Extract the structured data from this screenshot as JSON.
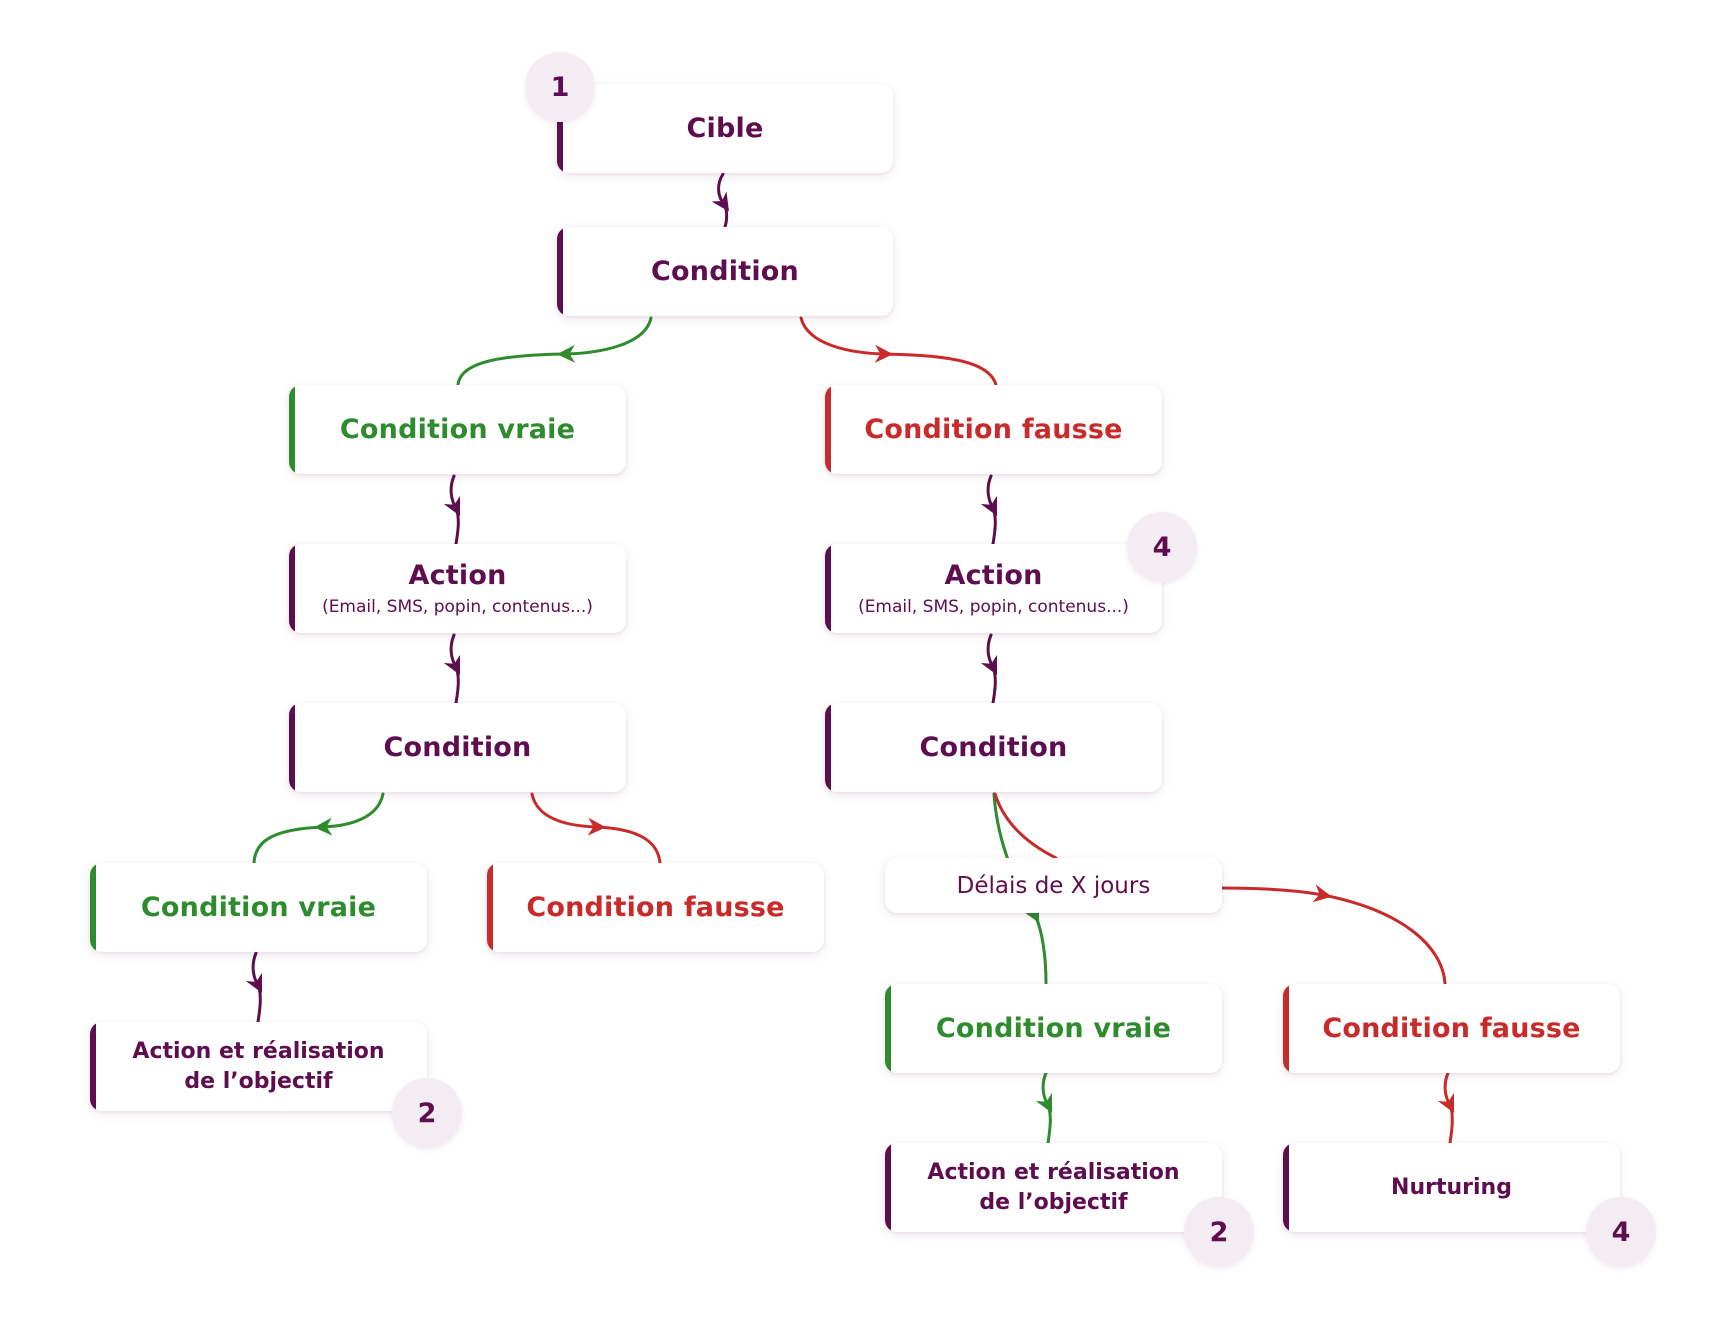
{
  "colors": {
    "purple": "#5e0d4f",
    "green": "#2e8b2e",
    "red": "#c92a2a",
    "badge_bg": "#f3ecf3"
  },
  "nodes": {
    "cible": {
      "title": "Cible",
      "type": "neutral"
    },
    "condition_root": {
      "title": "Condition",
      "type": "neutral"
    },
    "left_true": {
      "title": "Condition vraie",
      "type": "true"
    },
    "right_false": {
      "title": "Condition fausse",
      "type": "false"
    },
    "left_action": {
      "title": "Action",
      "subtitle": "(Email, SMS, popin, contenus...)",
      "type": "neutral"
    },
    "right_action": {
      "title": "Action",
      "subtitle": "(Email, SMS, popin, contenus...)",
      "type": "neutral"
    },
    "left_condition": {
      "title": "Condition",
      "type": "neutral"
    },
    "right_condition": {
      "title": "Condition",
      "type": "neutral"
    },
    "left_left_true": {
      "title": "Condition vraie",
      "type": "true"
    },
    "left_right_false": {
      "title": "Condition fausse",
      "type": "false"
    },
    "delay": {
      "title": "Délais de X jours",
      "type": "plain"
    },
    "right_left_true": {
      "title": "Condition vraie",
      "type": "true"
    },
    "right_right_false": {
      "title": "Condition fausse",
      "type": "false"
    },
    "left_goal": {
      "line1": "Action et réalisation",
      "line2": "de l’objectif",
      "type": "neutral"
    },
    "right_goal": {
      "line1": "Action et réalisation",
      "line2": "de l’objectif",
      "type": "neutral"
    },
    "nurturing": {
      "title": "Nurturing",
      "type": "neutral"
    }
  },
  "badges": {
    "cible": "1",
    "right_action": "4",
    "left_goal": "2",
    "right_goal": "2",
    "nurturing": "4"
  },
  "links": [
    {
      "from": "cible",
      "to": "condition_root",
      "kind": "neutral"
    },
    {
      "from": "condition_root",
      "to": "left_true",
      "kind": "true"
    },
    {
      "from": "condition_root",
      "to": "right_false",
      "kind": "false"
    },
    {
      "from": "left_true",
      "to": "left_action",
      "kind": "neutral"
    },
    {
      "from": "right_false",
      "to": "right_action",
      "kind": "neutral"
    },
    {
      "from": "left_action",
      "to": "left_condition",
      "kind": "neutral"
    },
    {
      "from": "right_action",
      "to": "right_condition",
      "kind": "neutral"
    },
    {
      "from": "left_condition",
      "to": "left_left_true",
      "kind": "true"
    },
    {
      "from": "left_condition",
      "to": "left_right_false",
      "kind": "false"
    },
    {
      "from": "left_left_true",
      "to": "left_goal",
      "kind": "neutral"
    },
    {
      "from": "right_condition",
      "to": "right_left_true",
      "kind": "true",
      "via": "delay"
    },
    {
      "from": "right_condition",
      "to": "right_right_false",
      "kind": "false",
      "via": "delay"
    },
    {
      "from": "right_left_true",
      "to": "right_goal",
      "kind": "true"
    },
    {
      "from": "right_right_false",
      "to": "nurturing",
      "kind": "false"
    }
  ]
}
